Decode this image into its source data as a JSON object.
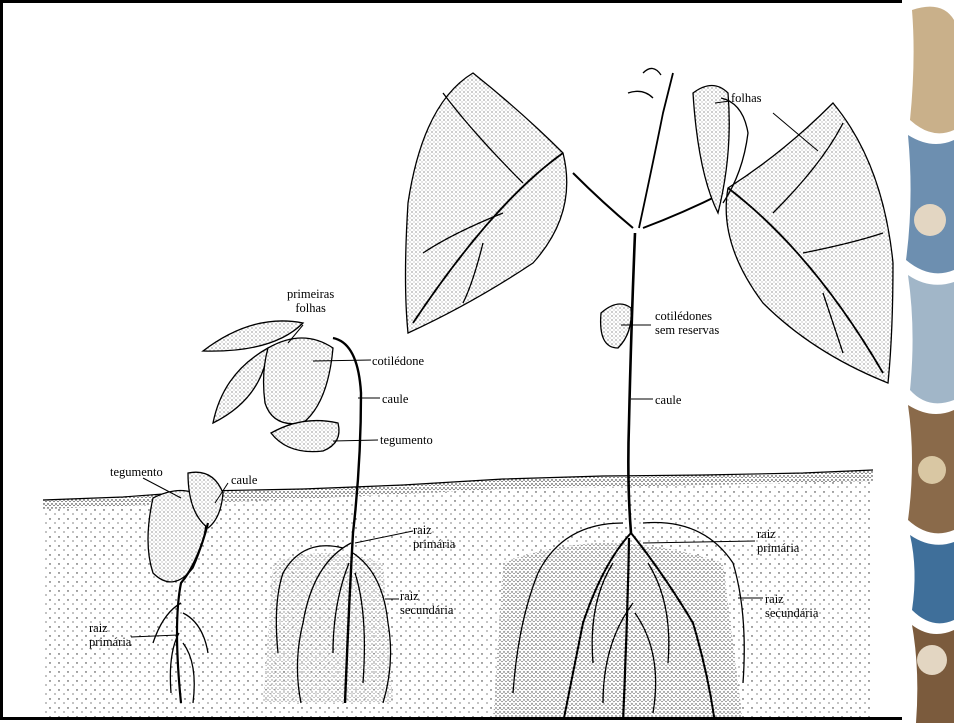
{
  "labels": {
    "seedling1": {
      "tegumento": "tegumento",
      "caule": "caule",
      "raiz_primaria": [
        "raiz",
        "primária"
      ]
    },
    "seedling2": {
      "primeiras_folhas": [
        "primeiras",
        "folhas"
      ],
      "cotiledone": "cotilédone",
      "caule": "caule",
      "tegumento": "tegumento",
      "raiz_primaria": [
        "raiz",
        "primária"
      ],
      "raiz_secundaria": [
        "raiz",
        "secundária"
      ]
    },
    "plant3": {
      "folhas": "folhas",
      "cotiledones": [
        "cotilédones",
        "sem reservas"
      ],
      "caule": "caule",
      "raiz_primaria": [
        "raiz",
        "primária"
      ],
      "raiz_secundaria": [
        "raiz",
        "secundária"
      ]
    }
  },
  "colors": {
    "ink": "#000000",
    "soil_dots": "#111111",
    "collage": [
      "#c9b08a",
      "#6d8fb0",
      "#e3d6c2",
      "#8a6a4a",
      "#3f6f9a",
      "#d9c7a3",
      "#a1b6c8",
      "#7b5b3d"
    ]
  }
}
